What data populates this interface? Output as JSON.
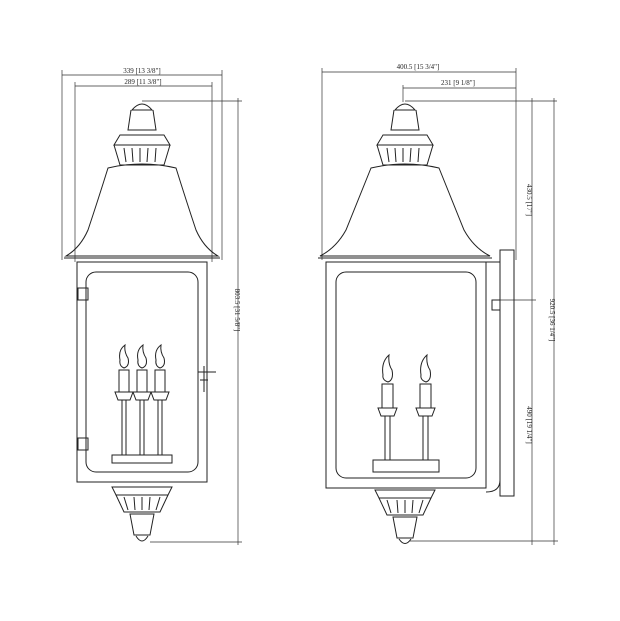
{
  "front_view": {
    "overall_width": "339 [13 3/8\"]",
    "body_width": "289 [11 3/8\"]",
    "overall_height": "803.5 [31 5/8\"]"
  },
  "side_view": {
    "overall_depth": "400.5 [15 3/4\"]",
    "finial_to_wall": "231 [9 1/8\"]",
    "top_to_mount": "430.5 [17\"]",
    "overall_height": "920.5 [36 1/4\"]",
    "mount_to_bottom": "490 [19 1/4\"]"
  }
}
